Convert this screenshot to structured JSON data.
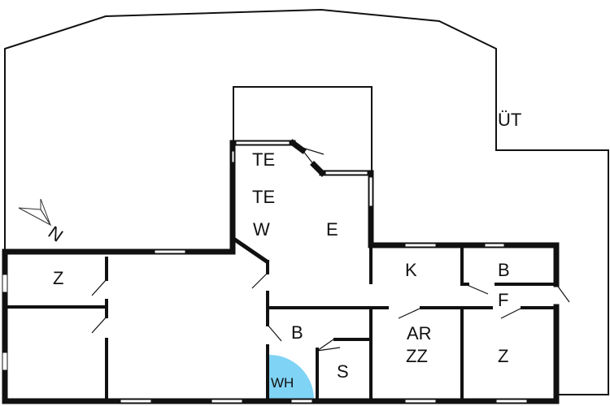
{
  "labels": {
    "terrace": "ÜT",
    "te_upper": "TE",
    "te_lower": "TE",
    "w": "W",
    "e": "E",
    "z_left": "Z",
    "k": "K",
    "b_right": "B",
    "f": "F",
    "b_center": "B",
    "s": "S",
    "wh": "WH",
    "ar": "AR",
    "zz": "ZZ",
    "z_right": "Z",
    "north": "N"
  },
  "colors": {
    "wh_fill": "#7fd3f5",
    "wall": "#111111"
  }
}
